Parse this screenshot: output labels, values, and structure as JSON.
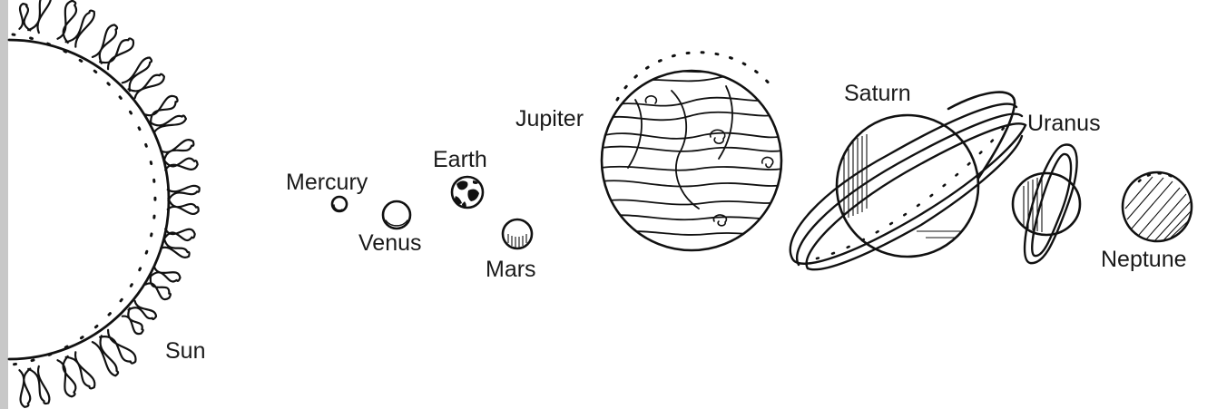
{
  "diagram": {
    "labels": {
      "sun": "Sun",
      "mercury": "Mercury",
      "venus": "Venus",
      "earth": "Earth",
      "mars": "Mars",
      "jupiter": "Jupiter",
      "saturn": "Saturn",
      "uranus": "Uranus",
      "neptune": "Neptune"
    },
    "colors": {
      "ink": "#111111",
      "background": "#ffffff",
      "left_border": "#c8c8c8"
    }
  }
}
